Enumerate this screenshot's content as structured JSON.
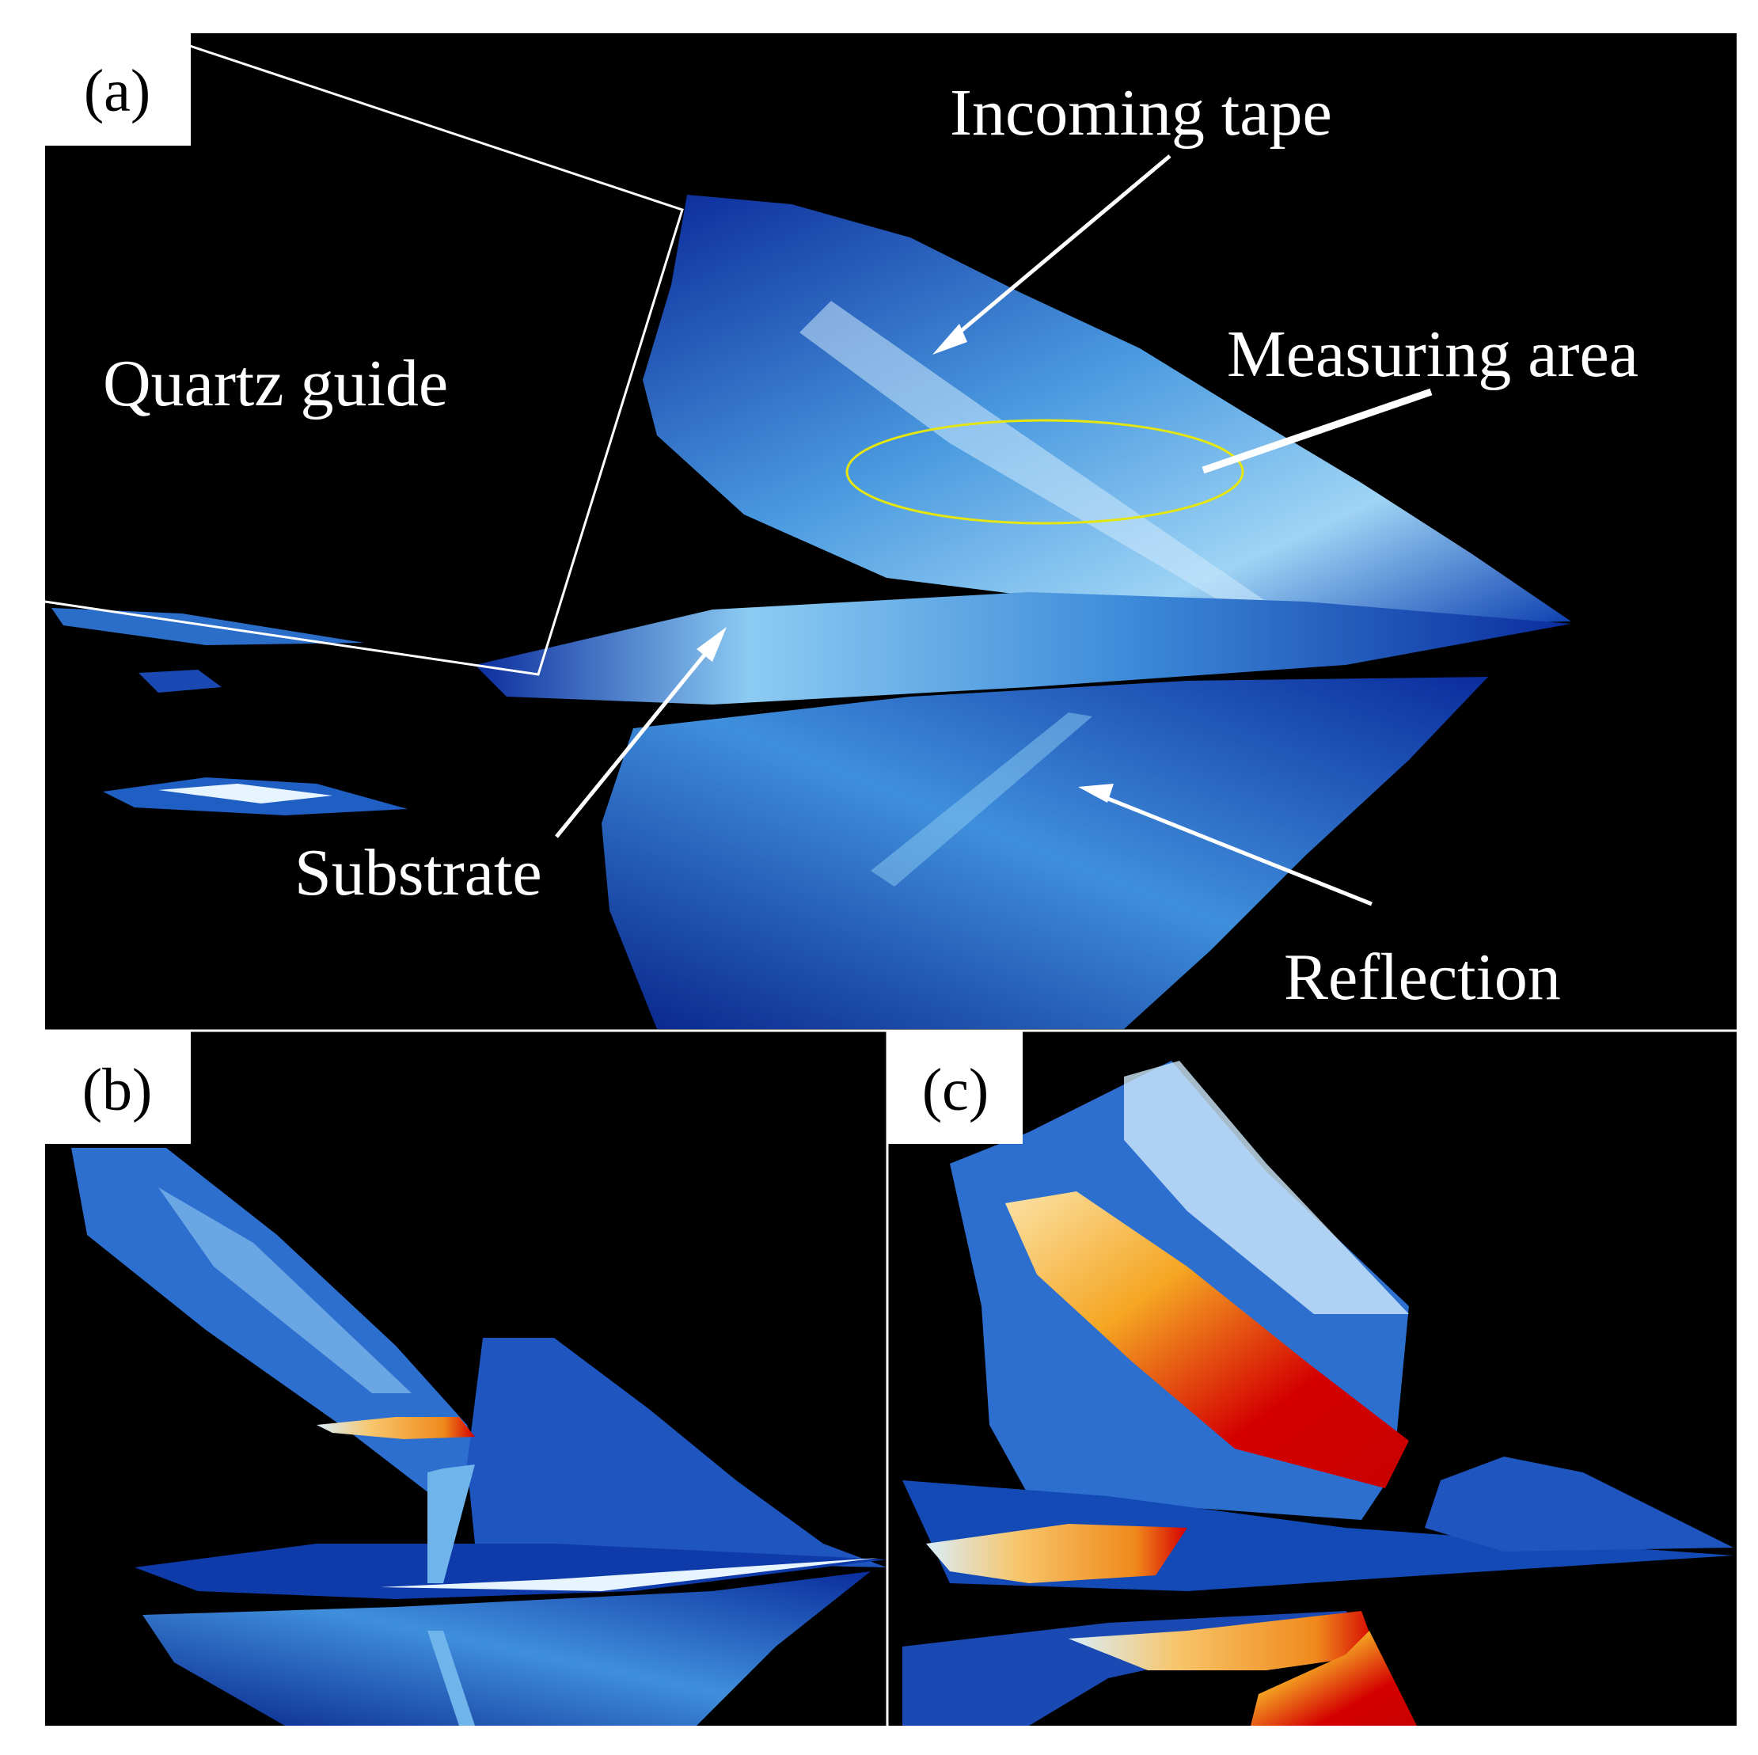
{
  "panels": {
    "a": {
      "label": "(a)",
      "annotations": {
        "quartz_guide": "Quartz guide",
        "incoming_tape": "Incoming tape",
        "measuring_area": "Measuring area",
        "substrate": "Substrate",
        "reflection": "Reflection"
      }
    },
    "b": {
      "label": "(b)"
    },
    "c": {
      "label": "(c)"
    }
  },
  "colors": {
    "background": "#000000",
    "cold_blue": "#0a2a9a",
    "mid_blue": "#2f7fd6",
    "light_blue": "#bfe6fb",
    "hot_orange": "#f5a623",
    "hot_red": "#d40000",
    "measuring_ellipse": "#e6e60f",
    "annotation": "#ffffff"
  }
}
